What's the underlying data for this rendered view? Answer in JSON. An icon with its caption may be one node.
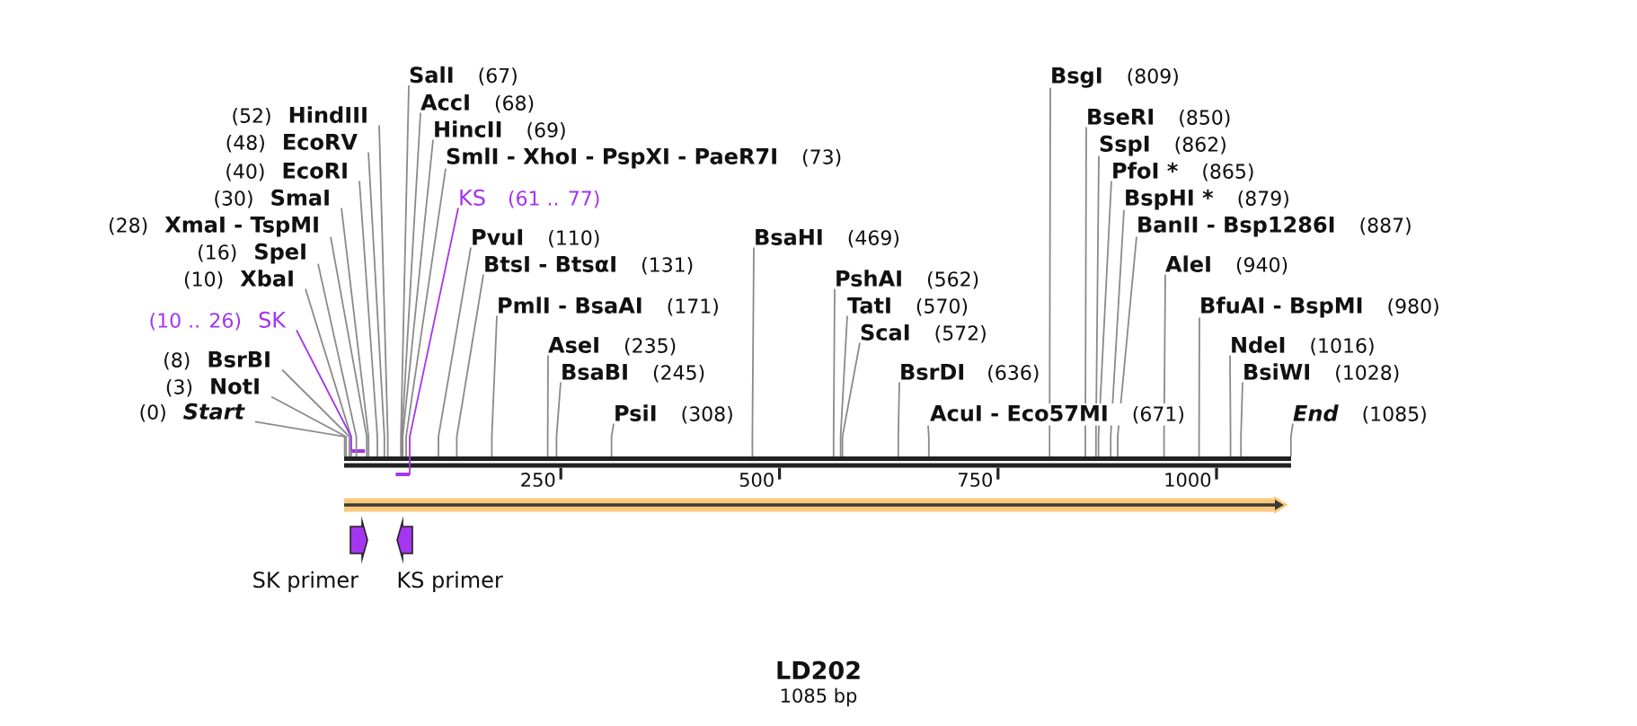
{
  "diagram": {
    "title": "LD202",
    "caption": "1085 bp",
    "nodes": [
      {
        "text": [
          "(52)",
          "HindIII"
        ]
      },
      {
        "text": [
          "(48)",
          "EcoRV"
        ]
      },
      {
        "text": [
          "(40)",
          "EcoRI"
        ]
      },
      {
        "text": [
          "(30)",
          "SmaI"
        ]
      },
      {
        "text": [
          "(28)",
          "XmaI - TspMI"
        ]
      },
      {
        "text": [
          "(16)",
          "SpeI"
        ]
      },
      {
        "text": [
          "(10)",
          "XbaI"
        ]
      },
      {
        "text": [
          "(10 .. 26)",
          "SK"
        ]
      },
      {
        "text": [
          "(8)",
          "BsrBI"
        ]
      },
      {
        "text": [
          "(3)",
          "NotI"
        ]
      },
      {
        "text": [
          "(0)",
          "Start"
        ]
      },
      {
        "text": [
          "SalI",
          "(67)"
        ]
      },
      {
        "text": [
          "AccI",
          "(68)"
        ]
      },
      {
        "text": [
          "HincII",
          "(69)"
        ]
      },
      {
        "text": [
          "SmlI - XhoI - PspXI - PaeR7I",
          "(73)"
        ]
      },
      {
        "text": [
          "KS",
          "(61 .. 77)"
        ]
      },
      {
        "text": [
          "PvuI",
          "(110)"
        ]
      },
      {
        "text": [
          "BtsI - BtsαI",
          "(131)"
        ]
      },
      {
        "text": [
          "PmlI - BsaAI",
          "(171)"
        ]
      },
      {
        "text": [
          "AseI",
          "(235)"
        ]
      },
      {
        "text": [
          "BsaBI",
          "(245)"
        ]
      },
      {
        "text": [
          "PsiI",
          "(308)"
        ]
      },
      {
        "text": [
          "BsaHI",
          "(469)"
        ]
      },
      {
        "text": [
          "PshAI",
          "(562)"
        ]
      },
      {
        "text": [
          "TatI",
          "(570)"
        ]
      },
      {
        "text": [
          "ScaI",
          "(572)"
        ]
      },
      {
        "text": [
          "BsrDI",
          "(636)"
        ]
      },
      {
        "text": [
          "AcuI - Eco57MI",
          "(671)"
        ]
      },
      {
        "text": [
          "BsgI",
          "(809)"
        ]
      },
      {
        "text": [
          "BseRI",
          "(850)"
        ]
      },
      {
        "text": [
          "SspI",
          "(862)"
        ]
      },
      {
        "text": [
          "PfoI *",
          "(865)"
        ]
      },
      {
        "text": [
          "BspHI *",
          "(879)"
        ]
      },
      {
        "text": [
          "BanII - Bsp1286I",
          "(887)"
        ]
      },
      {
        "text": [
          "AleI",
          "(940)"
        ]
      },
      {
        "text": [
          "BfuAI - BspMI",
          "(980)"
        ]
      },
      {
        "text": [
          "NdeI",
          "(1016)"
        ]
      },
      {
        "text": [
          "BsiWI",
          "(1028)"
        ]
      },
      {
        "text": [
          "End",
          "(1085)"
        ]
      },
      {
        "text": [],
        "shape": "bar"
      },
      {
        "text": [],
        "shape": "bar"
      },
      {
        "text": [],
        "shape": "bar"
      },
      {
        "text": [],
        "shape": "arrow",
        "beside": [
          "SK primer"
        ]
      },
      {
        "text": [],
        "shape": "arrow",
        "beside": [
          "KS primer"
        ]
      }
    ],
    "edges": [
      {
        "from": 0,
        "to": 39,
        "arrow": "none"
      },
      {
        "from": 1,
        "to": 39,
        "arrow": "none"
      },
      {
        "from": 2,
        "to": 39,
        "arrow": "none"
      },
      {
        "from": 3,
        "to": 39,
        "arrow": "none"
      },
      {
        "from": 4,
        "to": 39,
        "arrow": "none"
      },
      {
        "from": 5,
        "to": 39,
        "arrow": "none"
      },
      {
        "from": 6,
        "to": 39,
        "arrow": "none"
      },
      {
        "from": 7,
        "to": 40,
        "arrow": "none",
        "color": "#a435f0"
      },
      {
        "from": 8,
        "to": 39,
        "arrow": "none"
      },
      {
        "from": 9,
        "to": 39,
        "arrow": "none"
      },
      {
        "from": 10,
        "to": 39,
        "arrow": "none"
      },
      {
        "from": 11,
        "to": 39,
        "arrow": "none"
      },
      {
        "from": 12,
        "to": 39,
        "arrow": "none"
      },
      {
        "from": 13,
        "to": 39,
        "arrow": "none"
      },
      {
        "from": 14,
        "to": 39,
        "arrow": "none"
      },
      {
        "from": 15,
        "to": 41,
        "arrow": "none",
        "color": "#a435f0"
      },
      {
        "from": 16,
        "to": 39,
        "arrow": "none"
      },
      {
        "from": 17,
        "to": 39,
        "arrow": "none"
      },
      {
        "from": 18,
        "to": 39,
        "arrow": "none"
      },
      {
        "from": 19,
        "to": 39,
        "arrow": "none"
      },
      {
        "from": 20,
        "to": 39,
        "arrow": "none"
      },
      {
        "from": 21,
        "to": 39,
        "arrow": "none"
      },
      {
        "from": 22,
        "to": 39,
        "arrow": "none"
      },
      {
        "from": 23,
        "to": 39,
        "arrow": "none"
      },
      {
        "from": 24,
        "to": 39,
        "arrow": "none"
      },
      {
        "from": 25,
        "to": 39,
        "arrow": "none"
      },
      {
        "from": 26,
        "to": 39,
        "arrow": "none"
      },
      {
        "from": 27,
        "to": 39,
        "arrow": "none"
      },
      {
        "from": 28,
        "to": 39,
        "arrow": "none"
      },
      {
        "from": 29,
        "to": 39,
        "arrow": "none"
      },
      {
        "from": 30,
        "to": 39,
        "arrow": "none"
      },
      {
        "from": 31,
        "to": 39,
        "arrow": "none"
      },
      {
        "from": 32,
        "to": 39,
        "arrow": "none"
      },
      {
        "from": 33,
        "to": 39,
        "arrow": "none"
      },
      {
        "from": 34,
        "to": 39,
        "arrow": "none"
      },
      {
        "from": 35,
        "to": 39,
        "arrow": "none"
      },
      {
        "from": 36,
        "to": 39,
        "arrow": "none"
      },
      {
        "from": 37,
        "to": 39,
        "arrow": "none"
      },
      {
        "from": 38,
        "to": 39,
        "arrow": "none"
      }
    ],
    "labels": [
      "250",
      "500",
      "750",
      "1000"
    ]
  }
}
